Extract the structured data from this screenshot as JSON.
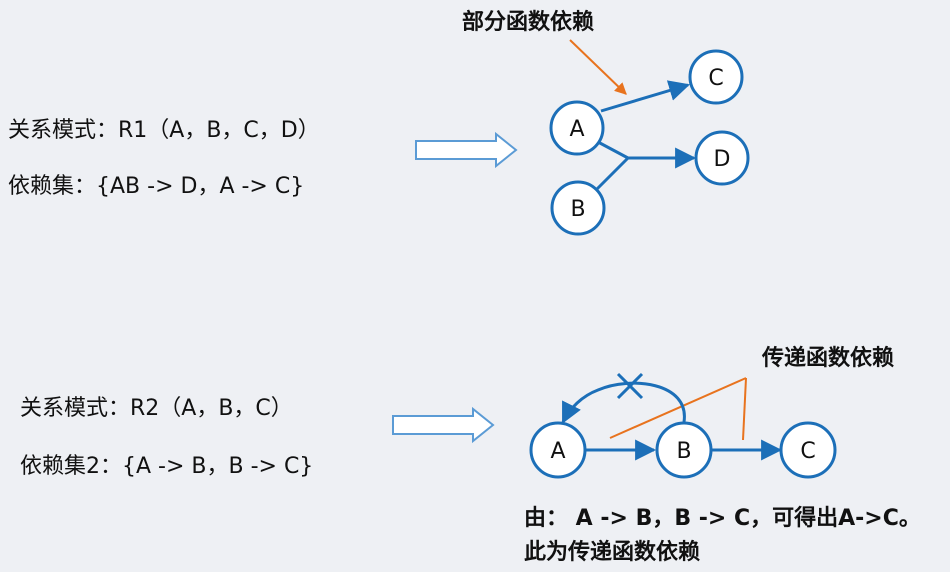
{
  "section1": {
    "annotation": "部分函数依赖",
    "schema": "关系模式：R1（A，B，C，D）",
    "fds": "依赖集：{AB -> D，A -> C}",
    "nodes": {
      "a": "A",
      "b": "B",
      "c": "C",
      "d": "D"
    }
  },
  "section2": {
    "annotation": "传递函数依赖",
    "schema": "关系模式：R2（A，B，C）",
    "fds": "依赖集2：{A -> B，B -> C}",
    "nodes": {
      "a": "A",
      "b": "B",
      "c": "C"
    },
    "conclusion_line1": "由： A -> B，B -> C，可得出A->C。",
    "conclusion_line2": "此为传递函数依赖"
  },
  "colors": {
    "node_stroke": "#1c6fb8",
    "edge": "#1c6fb8",
    "annotation_line": "#e8731e",
    "arrow_outline": "#5b9bd5",
    "background": "#eef0f4"
  }
}
